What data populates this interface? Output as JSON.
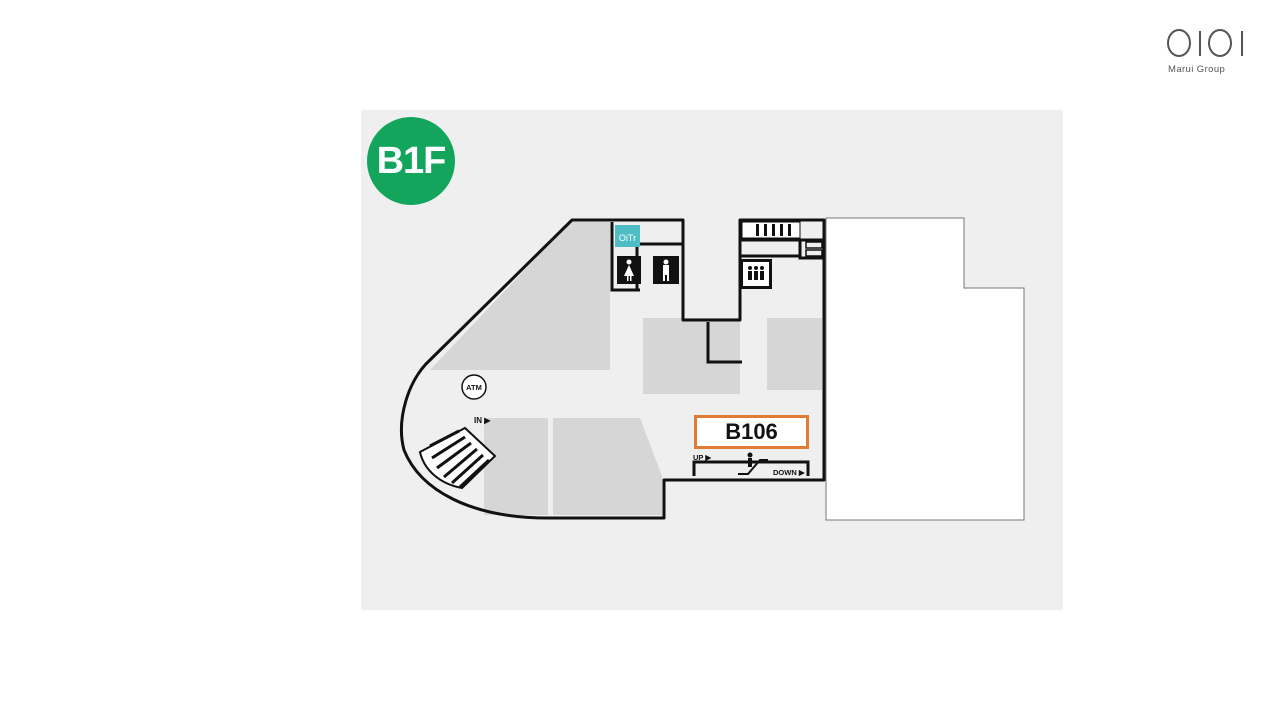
{
  "logo": {
    "name": "Marui Group",
    "marks_text": "OIOI",
    "group_text": "Marui Group"
  },
  "floor": {
    "label": "B1F",
    "badge_color": "#13a55c"
  },
  "map": {
    "background_color": "#efefef",
    "highlighted_shop": {
      "label": "B106",
      "border_color": "#e07b33"
    },
    "signs": {
      "atm": "ATM",
      "entrance": "IN ▶",
      "escalator_up": "UP ▶",
      "escalator_down": "DOWN ▶",
      "oitr": "OiTr"
    },
    "icons": [
      "atm-icon",
      "womens-restroom-icon",
      "mens-restroom-icon",
      "elevator-icon",
      "escalator-icon",
      "stairs-icon",
      "oitr-icon"
    ]
  }
}
